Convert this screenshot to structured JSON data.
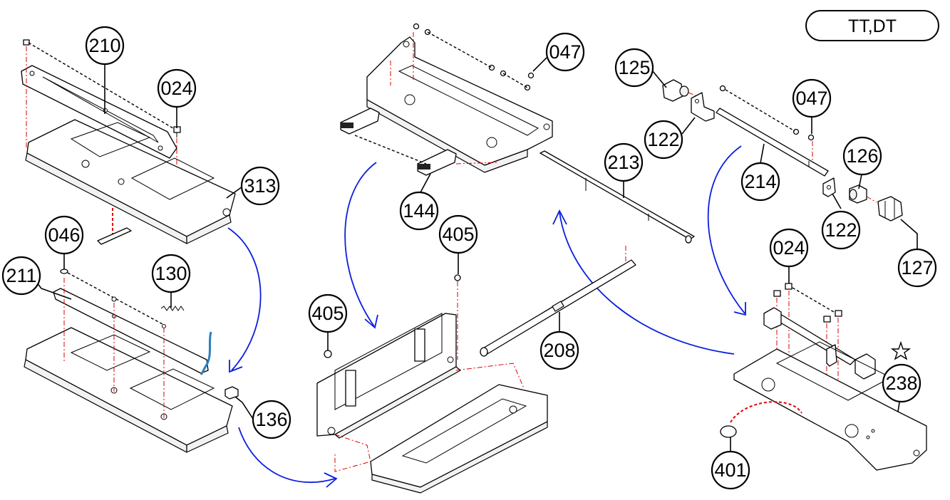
{
  "model_tag": "TT,DT",
  "part_numbers": {
    "p210": "210",
    "p024_left": "024",
    "p313": "313",
    "p046": "046",
    "p211": "211",
    "p130": "130",
    "p136": "136",
    "p047_top": "047",
    "p144": "144",
    "p405_upper": "405",
    "p405_lower": "405",
    "p213": "213",
    "p208": "208",
    "p125": "125",
    "p122_upper": "122",
    "p047_right": "047",
    "p214": "214",
    "p126": "126",
    "p122_lower": "122",
    "p127": "127",
    "p024_right": "024",
    "p238": "238",
    "p401": "401"
  },
  "colors": {
    "flow_arrow": "#0a1ee0",
    "center_line": "#e00000",
    "cable": "#2a7fc0",
    "line": "#000000"
  }
}
